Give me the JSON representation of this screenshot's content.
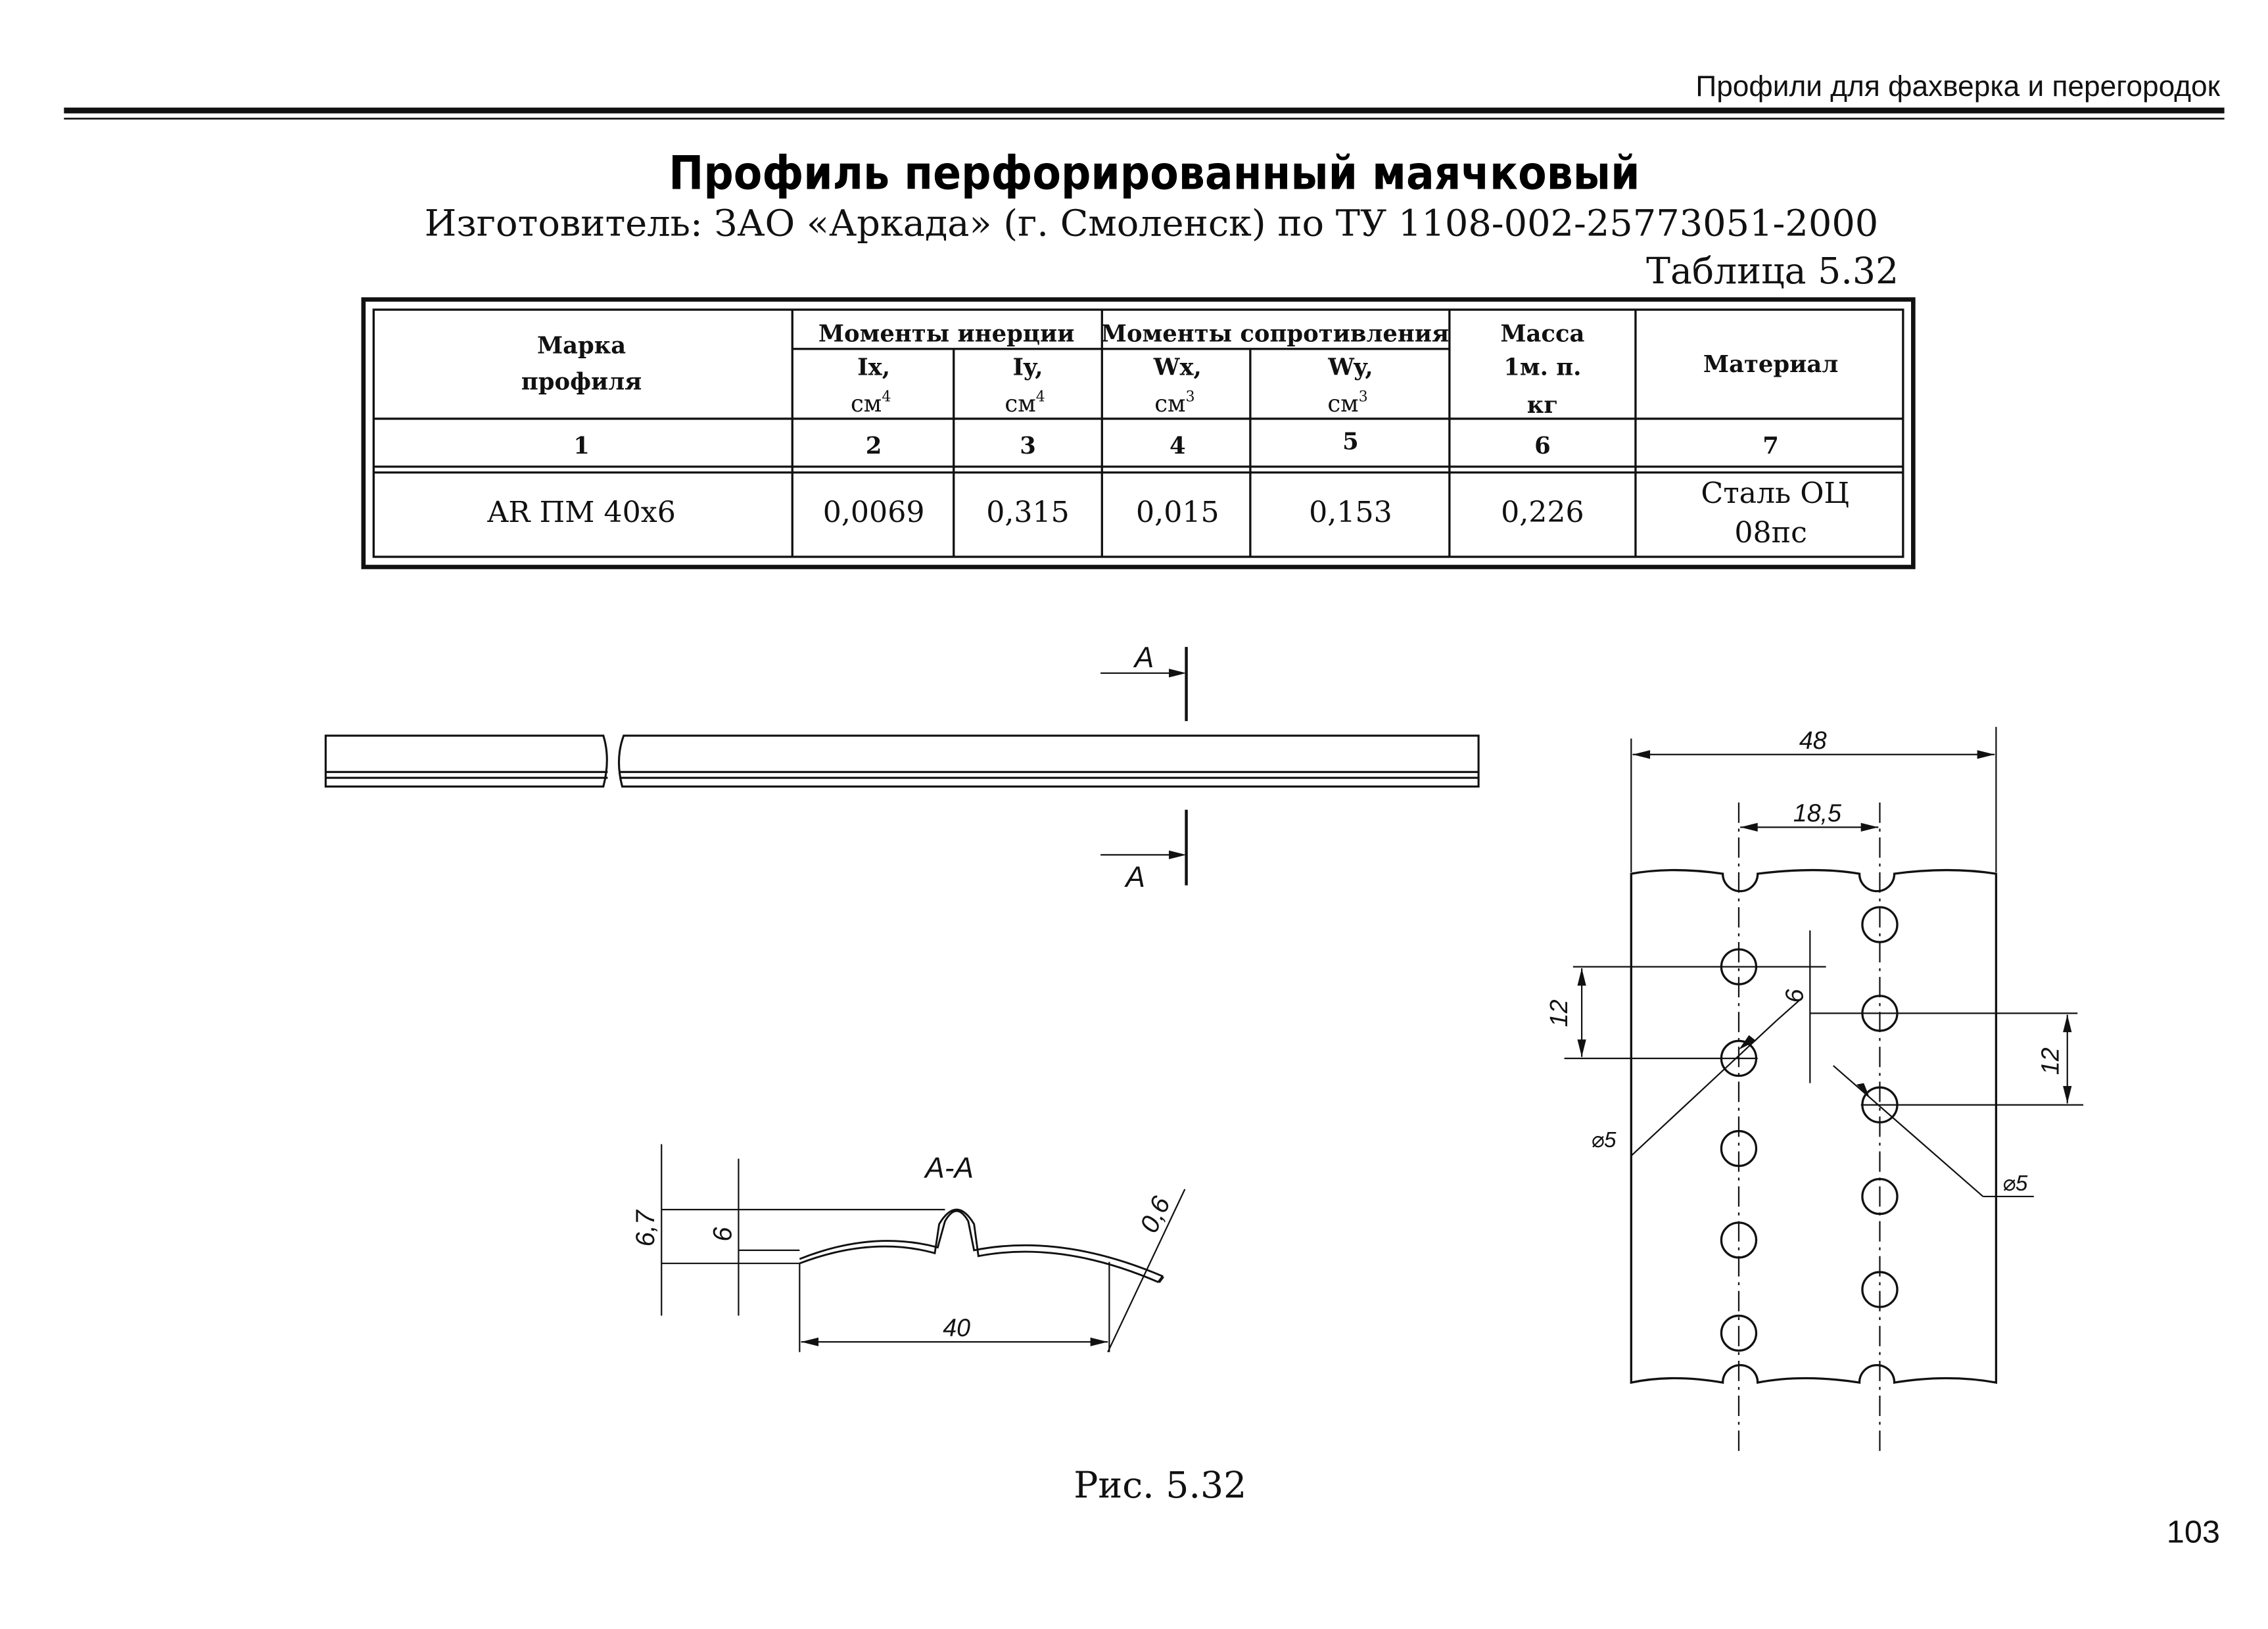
{
  "running_header": "Профили для фахверка и перегородок",
  "title": "Профиль перфорированный маячковый",
  "manufacturer": "Изготовитель: ЗАО «Аркада» (г. Смоленск) по ТУ 1108-002-25773051-2000",
  "table_label": "Таблица 5.32",
  "table": {
    "headers": {
      "mark_line1": "Марка",
      "mark_line2": "профиля",
      "inertia": "Моменты инерции",
      "resistance": "Моменты сопротивления",
      "mass_line1": "Масса",
      "mass_line2": "1м. п.",
      "mass_line3": "кг",
      "material": "Материал",
      "ix": "Ix,",
      "iy": "Iy,",
      "wx": "Wx,",
      "wy": "Wy,",
      "unit": "см",
      "pow4": "4",
      "pow3": "3"
    },
    "column_numbers": [
      "1",
      "2",
      "3",
      "4",
      "5",
      "6",
      "7"
    ],
    "row": {
      "mark": "AR ПМ 40х6",
      "ix": "0,0069",
      "iy": "0,315",
      "wx": "0,015",
      "wy": "0,153",
      "mass": "0,226",
      "material_line1": "Сталь ОЦ",
      "material_line2": "08пс"
    }
  },
  "drawing": {
    "section_mark": "А",
    "section_title": "А-А",
    "dims": {
      "d67": "6,7",
      "d6": "6",
      "d06": "0,6",
      "d40": "40",
      "d48": "48",
      "d185": "18,5",
      "d12": "12",
      "dia5": "⌀5"
    }
  },
  "figure_caption": "Рис. 5.32",
  "page_number": "103"
}
